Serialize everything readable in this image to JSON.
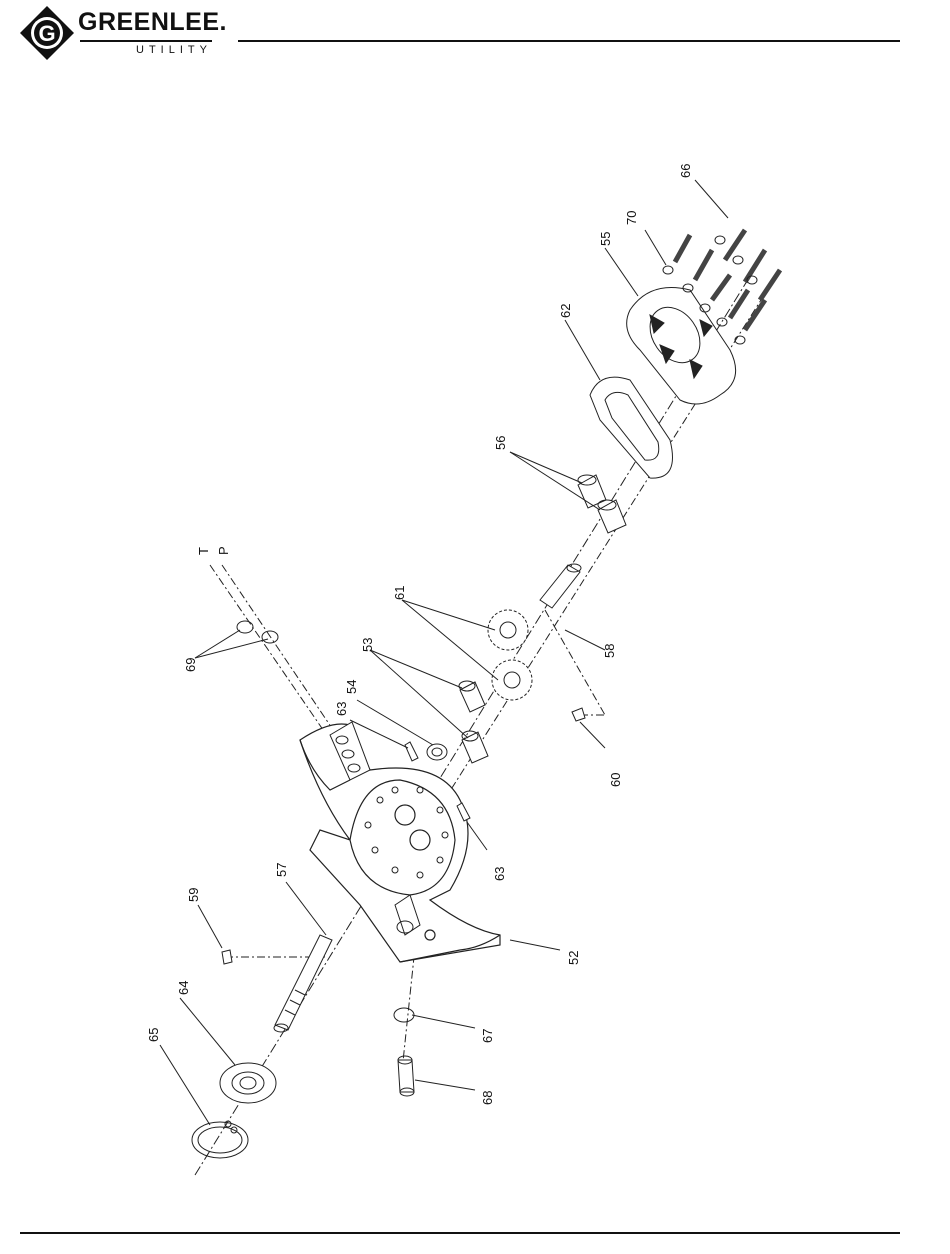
{
  "brand": {
    "name": "GREENLEE.",
    "sub": "UTILITY",
    "logo_letter": "G"
  },
  "diagram": {
    "ports": {
      "t": "T",
      "p": "P"
    },
    "callouts": {
      "c52": "52",
      "c53": "53",
      "c54": "54",
      "c55": "55",
      "c56": "56",
      "c57": "57",
      "c58": "58",
      "c59": "59",
      "c60": "60",
      "c61": "61",
      "c62": "62",
      "c63a": "63",
      "c63b": "63",
      "c64": "64",
      "c65": "65",
      "c66": "66",
      "c67": "67",
      "c68": "68",
      "c69": "69",
      "c70": "70"
    }
  }
}
